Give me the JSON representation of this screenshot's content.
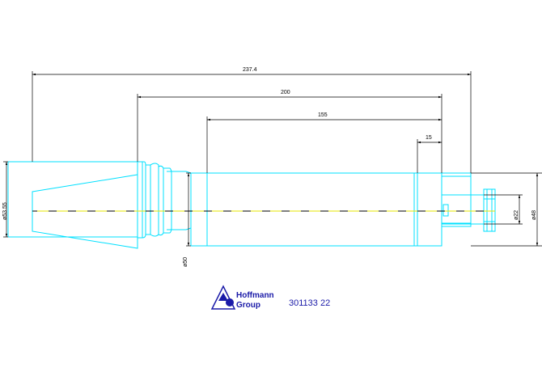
{
  "dimensions": {
    "overall_length": "237.4",
    "length_200": "200",
    "length_155": "155",
    "length_15": "15",
    "dia_taper": "ø53.55",
    "dia_shank": "ø50",
    "dia_bore": "ø22",
    "dia_flange": "ø48"
  },
  "logo": {
    "line1": "Hoffmann",
    "line2": "Group"
  },
  "part_number": "301133 22",
  "colors": {
    "outline": "#00e0ff",
    "centerline": "#e6e600",
    "dim_line": "#000000",
    "logo": "#1a1aa8"
  }
}
